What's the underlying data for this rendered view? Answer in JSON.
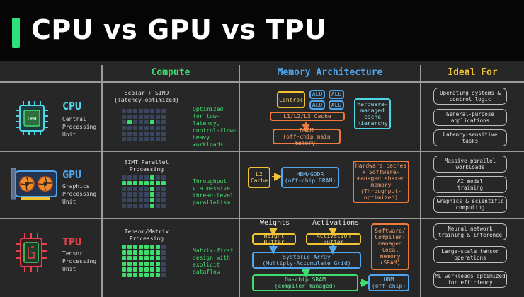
{
  "title": "CPU vs GPU vs TPU",
  "headers": {
    "compute": "Compute",
    "memory": "Memory Architecture",
    "ideal": "Ideal For"
  },
  "colors": {
    "accent": "#2ee07a",
    "compute_header": "#3fdc6e",
    "memory_header": "#4fa6ee",
    "ideal_header": "#f2c232",
    "cpu": "#4fd6e6",
    "gpu": "#4fa6ee",
    "tpu": "#e8414c"
  },
  "rows": {
    "cpu": {
      "chip_label": "CPU",
      "name": "CPU",
      "desc": "Central\nProcessing\nUnit",
      "compute_caption": "Scalar + SIMD\n(latency-optimized)",
      "compute_note": "Optimized\nfor low-\nlatency,\ncontrol-flow-\nheavy\nworkloads",
      "memory": {
        "control": "Control",
        "alu": "ALU",
        "cache": "L1/L2/L3 Cache",
        "dram": "DRAM\n(off-chip main memory)",
        "side": "Hardware-\nmanaged\ncache\nhierarchy"
      },
      "ideal": [
        "Operating systems &\ncontrol logic",
        "General-purpose\napplications",
        "Latency-sensitive\ntasks"
      ]
    },
    "gpu": {
      "name": "GPU",
      "desc": "Graphics\nProcessing\nUnit",
      "compute_caption": "SIMT Parallel\nProcessing",
      "compute_note": "Throughput\nvia massive\nthread-level\nparallelism",
      "memory": {
        "l2": "L2\nCache",
        "hbm": "HBM/GDDR\n(off-chip DRAM)",
        "side": "Hardware caches\n+ Software-\nmanaged shared\nmemory\n(Throughput-\noptimized)"
      },
      "ideal": [
        "Massive parallel\nworkloads",
        "AI model\ntraining",
        "Graphics & scientific\ncomputing"
      ]
    },
    "tpu": {
      "name": "TPU",
      "desc": "Tensor\nProcessing\nUnit",
      "compute_caption": "Tensor/Matrix\nProcessing",
      "compute_note": "Matrix-first\ndesign with\nexplicit\ndataflow",
      "memory": {
        "weights_label": "Weights",
        "activations_label": "Activations",
        "weight_buffer": "Weight Buffer",
        "activation_buffer": "Activation Buffer",
        "systolic": "Systolic Array\n(Multiply-Accumulate Grid)",
        "sram": "On-chip SRAM\n(compiler-managed)",
        "side": "Software/\nCompiler-\nmanaged\nlocal\nmemory\n(SRAM)",
        "hbm": "HBM\n(off-chip)"
      },
      "ideal": [
        "Neural network\ntraining & inference",
        "Large-scale tensor\noperations",
        "ML workloads optimized\nfor efficiency"
      ]
    }
  }
}
